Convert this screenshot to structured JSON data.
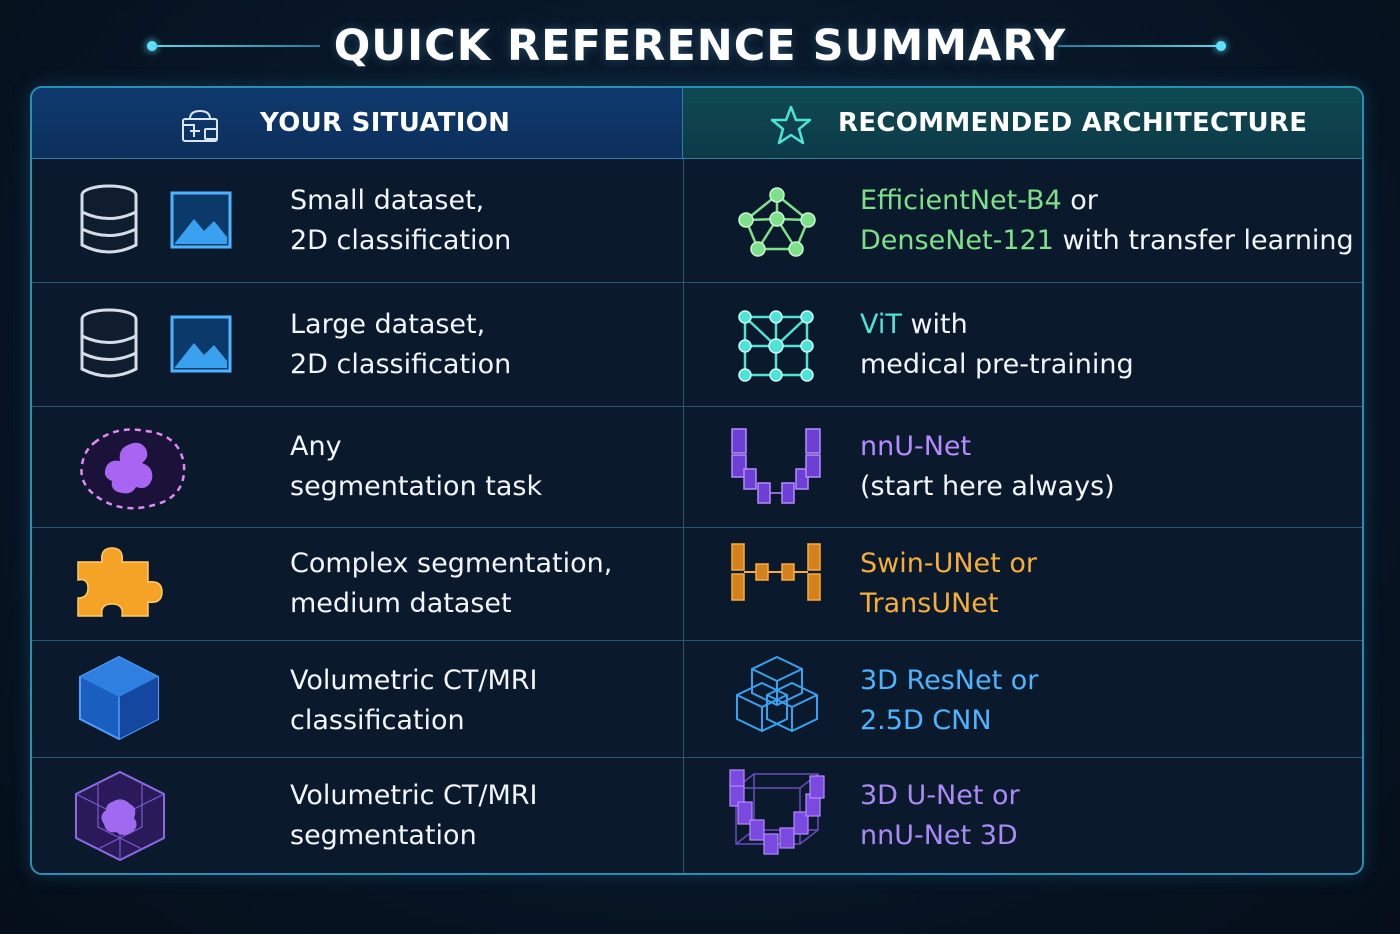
{
  "title": "QUICK REFERENCE SUMMARY",
  "header": {
    "left_label": "YOUR SITUATION",
    "left_icon": "clipboard-user-icon",
    "right_label": "RECOMMENDED ARCHITECTURE",
    "right_icon": "star-outline-icon"
  },
  "rows": [
    {
      "situation_line1": "Small dataset,",
      "situation_line2": "2D classification",
      "situation_icons": [
        "database-icon",
        "image-icon"
      ],
      "rec_a": "EfficientNet-B4",
      "rec_a_suffix": " or",
      "rec_b": "DenseNet-121",
      "rec_b_suffix": " with transfer learning",
      "rec_icon": "network-graph-icon",
      "color": "#7fe08a"
    },
    {
      "situation_line1": "Large dataset,",
      "situation_line2": "2D classification",
      "situation_icons": [
        "database-icon",
        "image-icon"
      ],
      "rec_a": "ViT",
      "rec_a_suffix": " with",
      "rec_b_plain": "medical pre-training",
      "rec_icon": "grid-network-icon",
      "color": "#4fe3d6"
    },
    {
      "situation_line1": "Any",
      "situation_line2": "segmentation task",
      "situation_icons": [
        "segmentation-blob-icon"
      ],
      "rec_a": "nnU-Net",
      "rec_b_plain": "(start here always)",
      "rec_icon": "unet-icon",
      "color": "#b48cff"
    },
    {
      "situation_line1": "Complex segmentation,",
      "situation_line2": "medium dataset",
      "situation_icons": [
        "puzzle-icon"
      ],
      "rec_a": "Swin-UNet or",
      "rec_b": "TransUNet",
      "rec_icon": "transformer-unet-icon",
      "color": "#f5ad3c"
    },
    {
      "situation_line1": "Volumetric CT/MRI",
      "situation_line2": "classification",
      "situation_icons": [
        "cube-icon"
      ],
      "rec_a": "3D ResNet or",
      "rec_b": "2.5D CNN",
      "rec_icon": "wireframe-cubes-icon",
      "color": "#4fb4ff"
    },
    {
      "situation_line1": "Volumetric CT/MRI",
      "situation_line2": "segmentation",
      "situation_icons": [
        "volume-segmentation-icon"
      ],
      "rec_a": "3D U-Net or",
      "rec_b": "nnU-Net 3D",
      "rec_icon": "3d-unet-icon",
      "color": "#a98af5"
    }
  ]
}
